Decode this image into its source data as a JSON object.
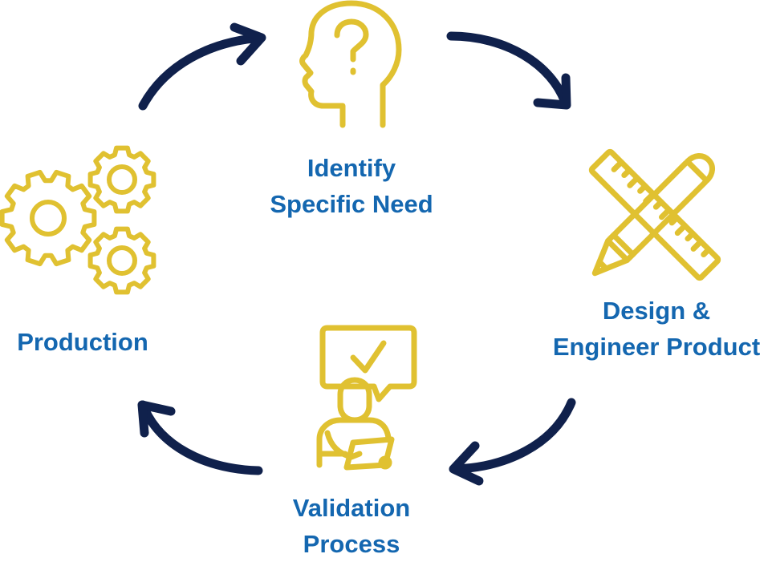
{
  "colors": {
    "icon": "#e0c131",
    "arrow": "#10214c",
    "label": "#1467b0",
    "background": "#ffffff"
  },
  "stages": {
    "identify": {
      "icon": "head-question-icon",
      "line1": "Identify",
      "line2": "Specific Need"
    },
    "design": {
      "icon": "ruler-pencil-icon",
      "line1": "Design &",
      "line2": "Engineer Product"
    },
    "validation": {
      "icon": "person-checkmark-icon",
      "line1": "Validation",
      "line2": "Process"
    },
    "production": {
      "icon": "gears-icon",
      "line1": "Production"
    }
  },
  "arrows": {
    "count": 4,
    "direction": "clockwise"
  }
}
